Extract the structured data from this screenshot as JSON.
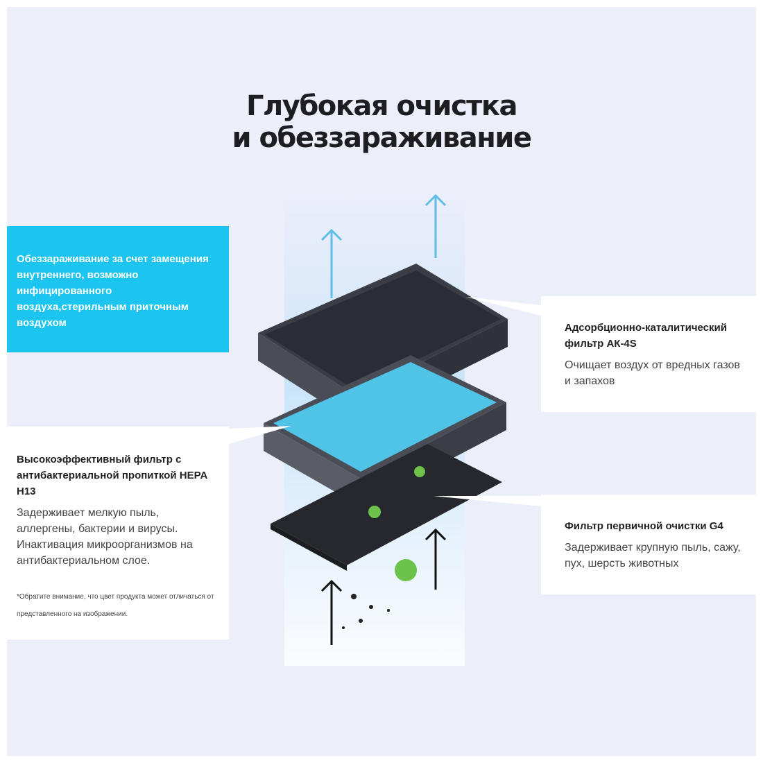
{
  "title": {
    "line1": "Глубокая очистка",
    "line2": "и обеззараживание"
  },
  "disinfection_note": "Обеззараживание за счет замещения внутреннего, возможно инфицированного воздуха,стерильным приточным воздухом",
  "hepa": {
    "heading": "Высокоэффективный фильтр с антибактериальной пропиткой HEPA H13",
    "description": "Задерживает мелкую пыль, аллергены, бактерии и вирусы. Инактивация микроорганизмов на антибактериальном слое.",
    "disclaimer": "*Обратите внимание, что цвет продукта может отличаться от представленного на изображении."
  },
  "carbon": {
    "heading": "Адсорбционно-каталитический фильтр АК-4S",
    "description": "Очищает воздух от вредных газов и запахов"
  },
  "g4": {
    "heading": "Фильтр первичной очистки G4",
    "description": "Задерживает крупную пыль, сажу, пух, шерсть животных"
  },
  "colors": {
    "accent": "#1cc4f0",
    "background": "#eceefa"
  }
}
